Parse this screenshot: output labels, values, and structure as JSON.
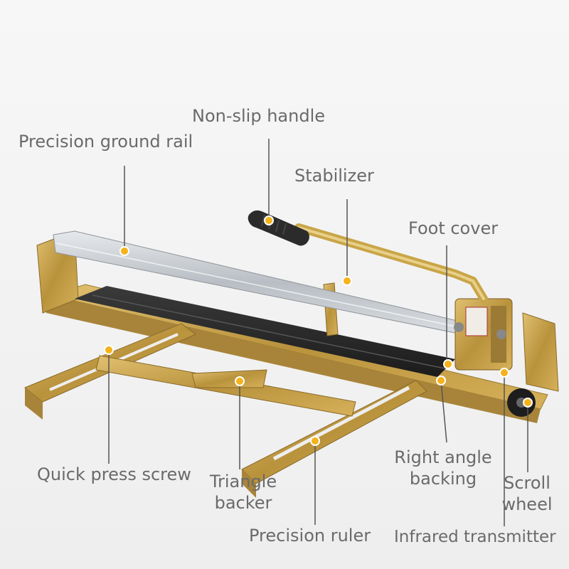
{
  "labels": {
    "non_slip_handle": "Non-slip handle",
    "precision_ground_rail": "Precision ground rail",
    "stabilizer": "Stabilizer",
    "foot_cover": "Foot cover",
    "quick_press_screw": "Quick press screw",
    "triangle_backer": [
      "Triangle",
      "backer"
    ],
    "right_angle_backing": [
      "Right angle",
      "backing"
    ],
    "scroll_wheel": [
      "Scroll",
      "wheel"
    ],
    "precision_ruler": "Precision ruler",
    "infrared_transmitter": "Infrared transmitter"
  },
  "colors": {
    "callout_dot": "#f5b21a",
    "callout_line": "#555555",
    "label_text": "#6a6a6a",
    "frame_metal": "#c9a24a",
    "rail_steel": "#c8ccd0",
    "cutting_bed": "#2a2a2a"
  }
}
